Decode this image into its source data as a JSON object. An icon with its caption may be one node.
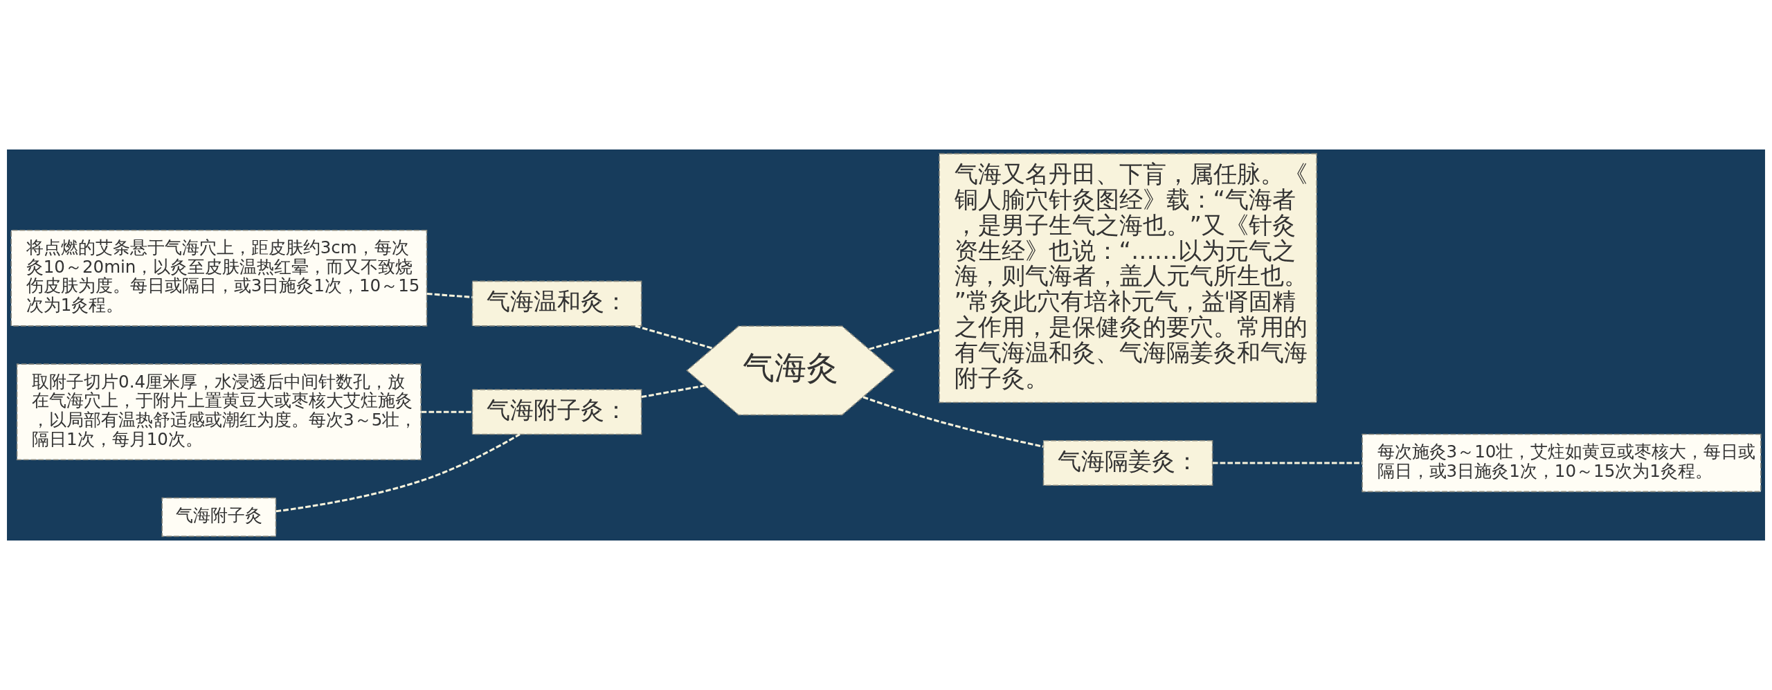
{
  "diagram": {
    "nodes": [
      {
        "text": [
          "气海灸"
        ]
      },
      {
        "text": [
          "气海温和灸："
        ]
      },
      {
        "text": [
          "将点燃的艾条悬于气海穴上，距皮肤约3cm，每次灸10～20min，以灸至皮肤温热红晕，而又不致烧伤皮肤为度。每日或隔日，或3日施灸1次，10～15次为1灸程。"
        ]
      },
      {
        "text": [
          "气海附子灸："
        ]
      },
      {
        "text": [
          "取附子切片0.4厘米厚，水浸透后中间针数孔，放在气海穴上，于附片上置黄豆大或枣核大艾炷施灸，以局部有温热舒适感或潮红为度。每次3～5壮，隔日1次，每月10次。"
        ]
      },
      {
        "text": [
          "气海附子灸"
        ]
      },
      {
        "text": [
          "气海又名丹田、下肓，属任脉。《铜人腧穴针灸图经》载：“气海者，是男子生气之海也。”又《针灸资生经》也说：“……以为元气之海，则气海者，盖人元气所生也。”常灸此穴有培补元气，益肾固精之作用，是保健灸的要穴。常用的有气海温和灸、气海隔姜灸和气海附子灸。"
        ]
      },
      {
        "text": [
          "气海隔姜灸："
        ]
      },
      {
        "text": [
          "每次施灸3～10壮，艾炷如黄豆或枣核大，每日或隔日，或3日施灸1次，10～15次为1灸程。"
        ]
      }
    ],
    "edges": [
      {
        "from": 2,
        "to": 1,
        "arrow": "none"
      },
      {
        "from": 1,
        "to": 0,
        "arrow": "none"
      },
      {
        "from": 4,
        "to": 3,
        "arrow": "none"
      },
      {
        "from": 5,
        "to": 3,
        "arrow": "none"
      },
      {
        "from": 3,
        "to": 0,
        "arrow": "none"
      },
      {
        "from": 0,
        "to": 6,
        "arrow": "none"
      },
      {
        "from": 0,
        "to": 7,
        "arrow": "none"
      },
      {
        "from": 7,
        "to": 8,
        "arrow": "none"
      }
    ]
  }
}
